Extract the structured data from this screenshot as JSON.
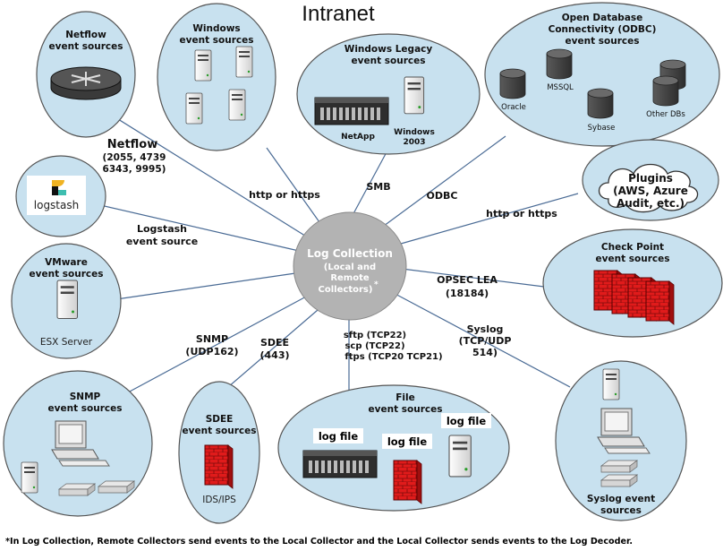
{
  "title": "Intranet",
  "center": {
    "line1": "Log Collection",
    "line2": "(Local and",
    "line3": "Remote",
    "line4": "Collectors)",
    "mark": "*"
  },
  "footnote": "*In Log Collection, Remote Collectors send events to the Local Collector and the Local Collector sends events to the Log Decoder.",
  "nodes": {
    "netflow": {
      "title1": "Netflow",
      "title2": "event sources"
    },
    "windows": {
      "title1": "Windows",
      "title2": "event sources"
    },
    "legacy": {
      "title1": "Windows Legacy",
      "title2": "event sources",
      "netapp": "NetApp",
      "win1": "Windows",
      "win2": "2003"
    },
    "odbc": {
      "title1": "Open Database",
      "title2": "Connectivity (ODBC)",
      "title3": "event sources",
      "oracle": "Oracle",
      "mssql": "MSSQL",
      "sybase": "Sybase",
      "other": "Other DBs"
    },
    "logstash": {
      "logo": "logstash"
    },
    "plugins": {
      "title": "Plugins",
      "line2": "(AWS, Azure",
      "line3": "Audit, etc.)"
    },
    "vmware": {
      "title1": "VMware",
      "title2": "event  sources",
      "caption": "ESX Server"
    },
    "checkpoint": {
      "title1": "Check Point",
      "title2": "event sources"
    },
    "snmp": {
      "title1": "SNMP",
      "title2": "event sources"
    },
    "sdee": {
      "title1": "SDEE",
      "title2": "event sources",
      "caption": "IDS/IPS"
    },
    "file": {
      "title1": "File",
      "title2": "event sources",
      "log1": "log file",
      "log2": "log file",
      "log3": "log file"
    },
    "syslog": {
      "title1": "Syslog event",
      "title2": "sources"
    }
  },
  "connections": {
    "netflow": {
      "label": "Netflow",
      "ports1": "(2055, 4739",
      "ports2": "6343, 9995)"
    },
    "windows": {
      "label": "http or https"
    },
    "legacy": {
      "label": "SMB"
    },
    "odbc": {
      "label": "ODBC"
    },
    "logstash": {
      "line1": "Logstash",
      "line2": "event source"
    },
    "plugins": {
      "label": "http or https"
    },
    "opsec": {
      "line1": "OPSEC LEA",
      "line2": "(18184)"
    },
    "syslog": {
      "line1": "Syslog",
      "line2": "(TCP/UDP",
      "line3": "514)"
    },
    "snmp": {
      "line1": "SNMP",
      "line2": "(UDP162)"
    },
    "sdee": {
      "line1": "SDEE",
      "line2": "(443)"
    },
    "file": {
      "line1": "sftp (TCP22)",
      "line2": "scp (TCP22)",
      "line3": "ftps (TCP20 TCP21)"
    }
  },
  "colors": {
    "bubble": "#c8e1ef",
    "center": "#b3b3b3",
    "firewall": "#e01b1b",
    "line": "#4a6b95"
  }
}
